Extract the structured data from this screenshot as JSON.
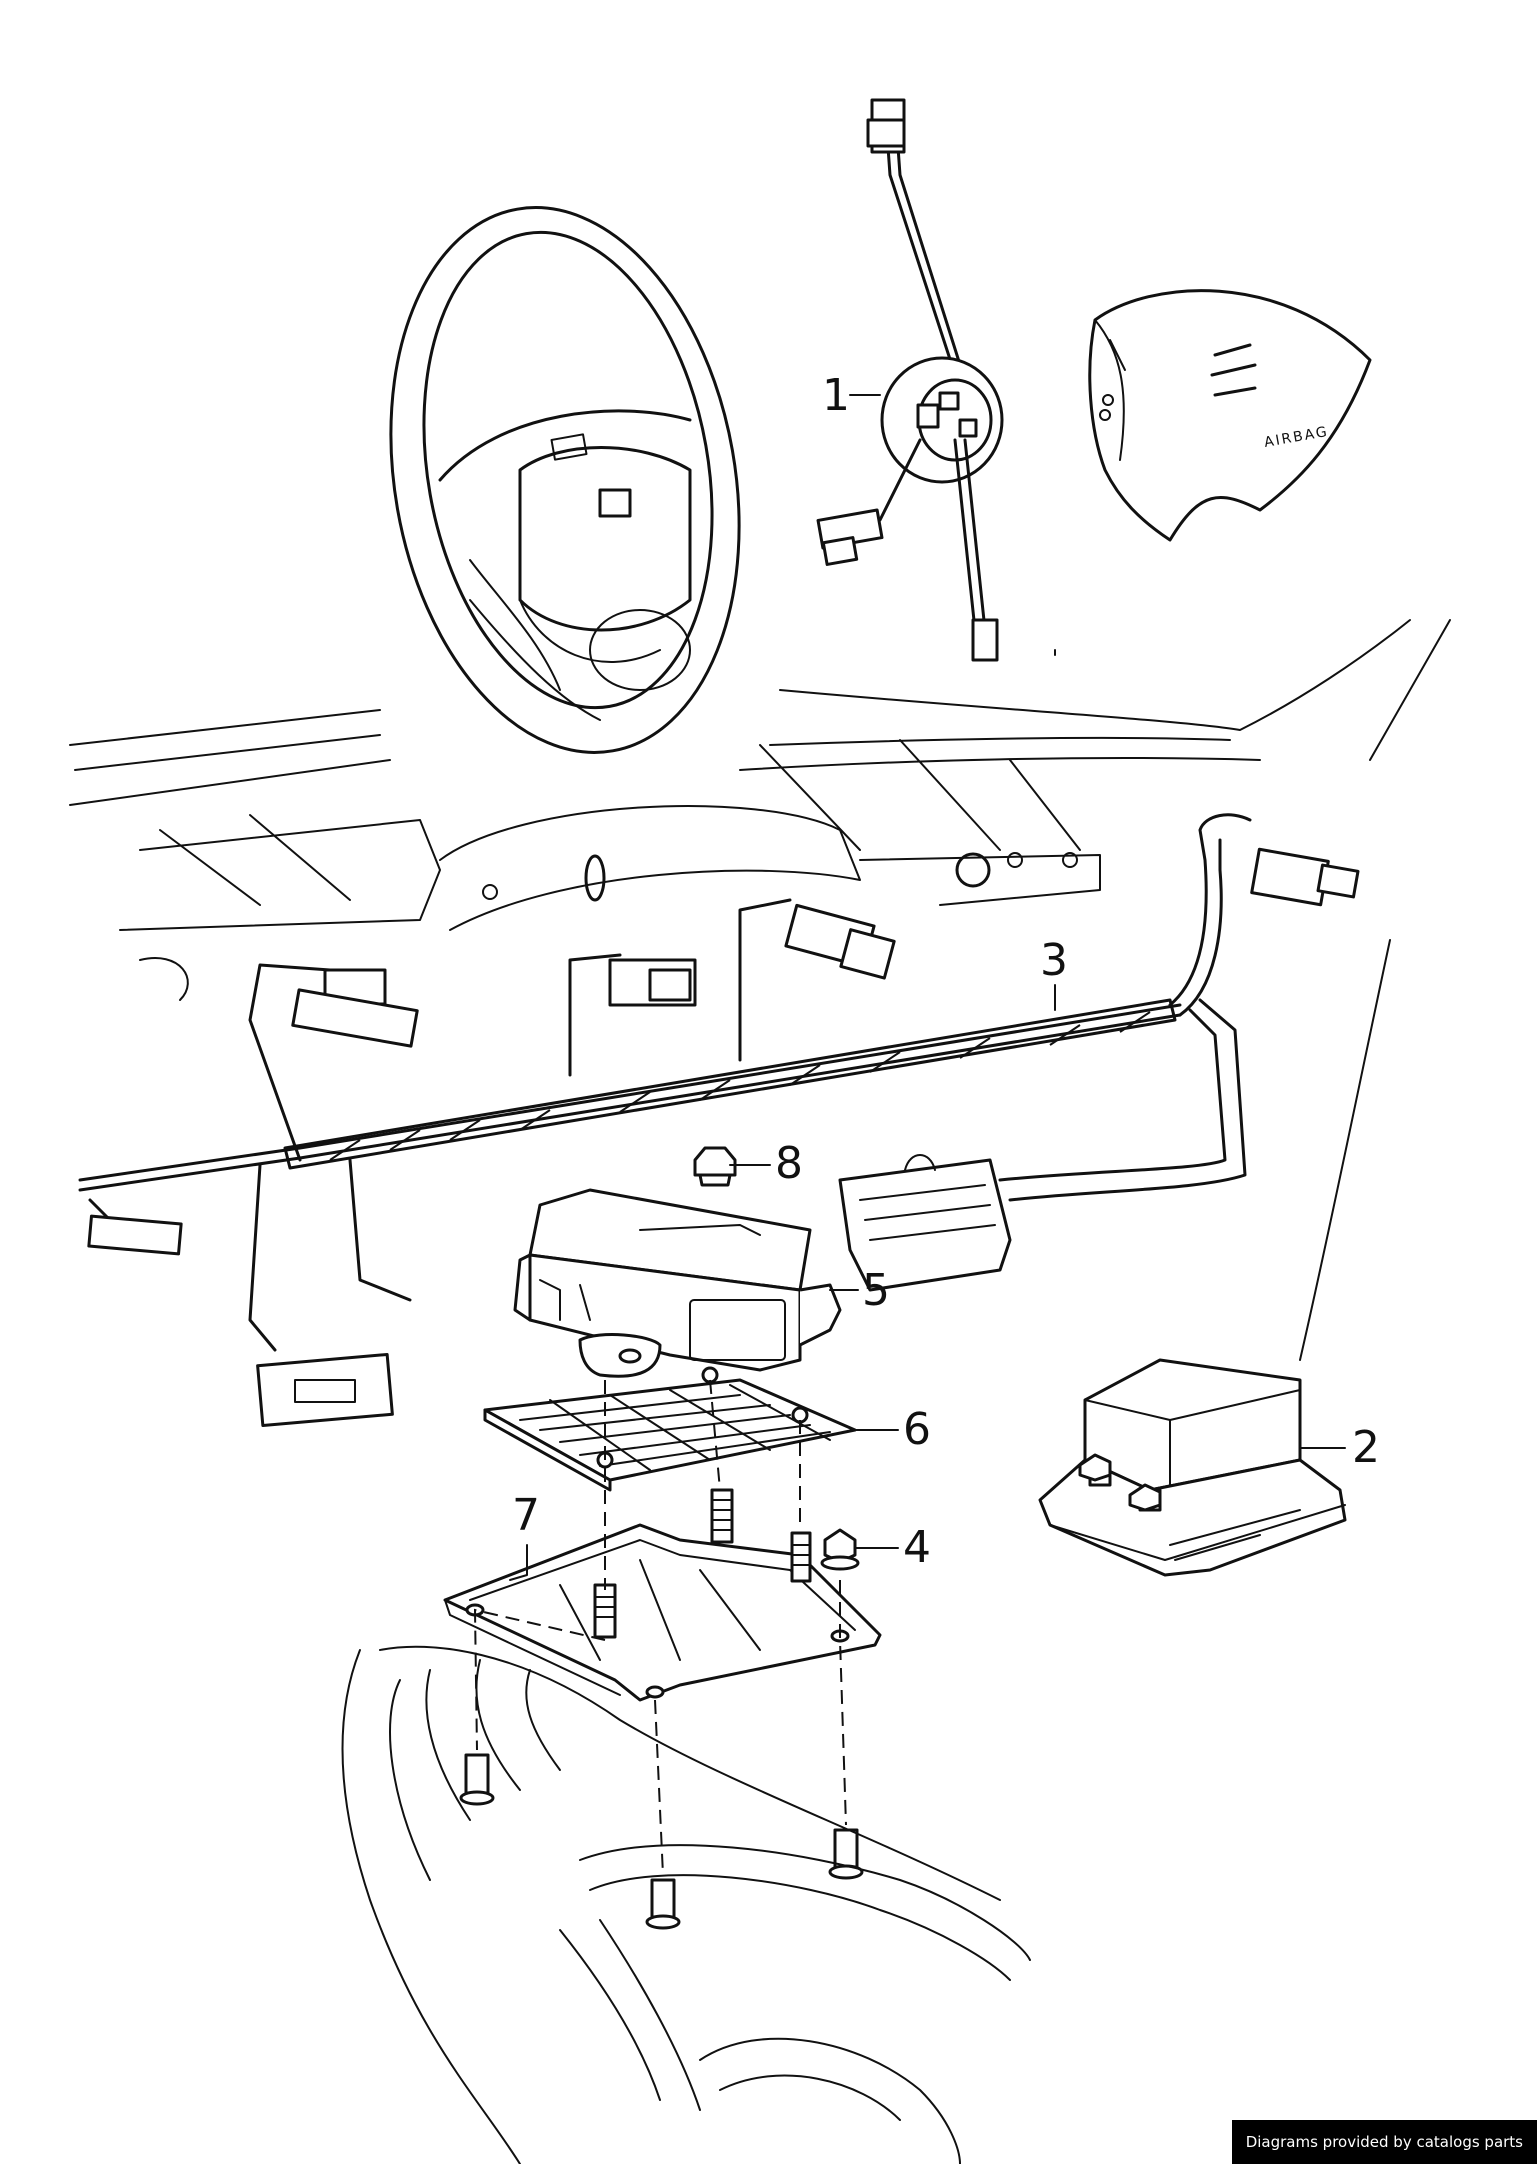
{
  "diagram": {
    "callouts": [
      {
        "id": "1",
        "label": "1"
      },
      {
        "id": "2",
        "label": "2"
      },
      {
        "id": "3",
        "label": "3"
      },
      {
        "id": "4",
        "label": "4"
      },
      {
        "id": "5",
        "label": "5"
      },
      {
        "id": "6",
        "label": "6"
      },
      {
        "id": "7",
        "label": "7"
      },
      {
        "id": "8",
        "label": "8"
      }
    ],
    "airbag_cover_text": "AIRBAG"
  },
  "footer": {
    "credit": "Diagrams provided by catalogs parts"
  }
}
